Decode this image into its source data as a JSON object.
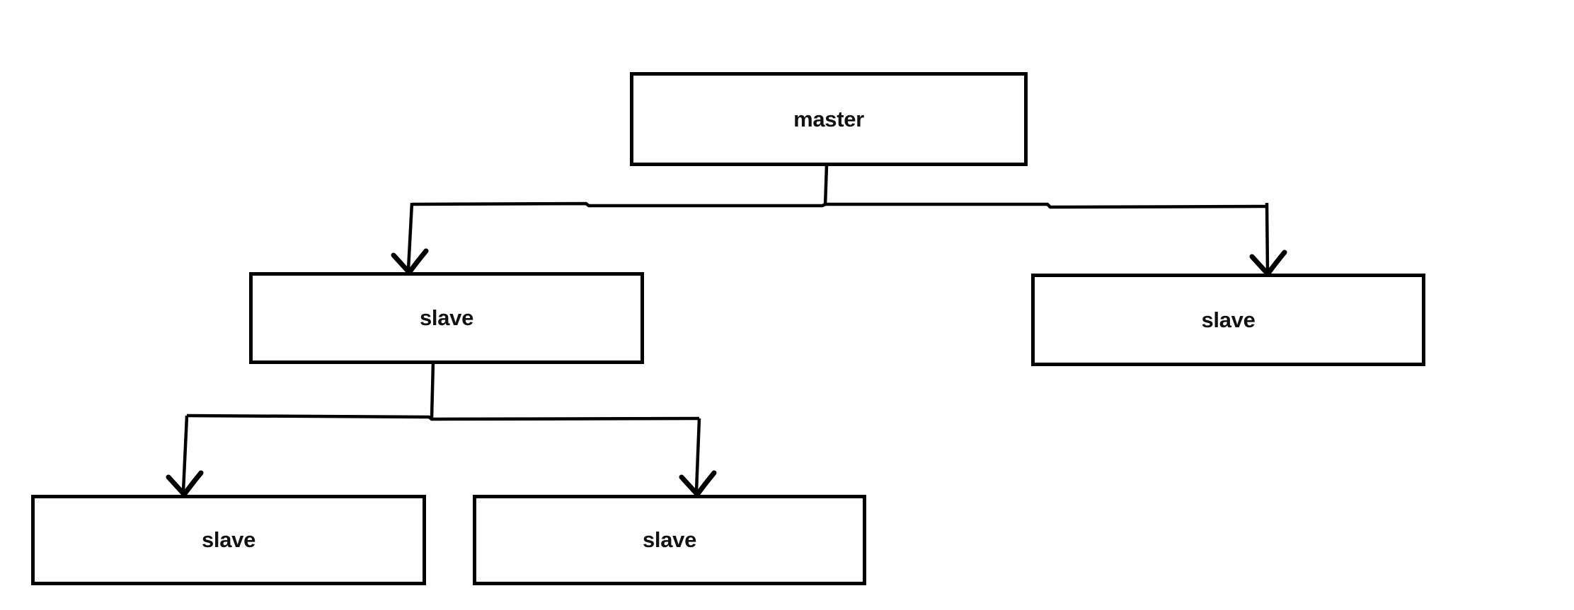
{
  "canvas": {
    "background_color": "#ffffff",
    "stroke_color": "#000000",
    "text_color": "#111111"
  },
  "nodes": {
    "master": {
      "label": "master",
      "level": 1
    },
    "slave_left": {
      "label": "slave",
      "level": 2
    },
    "slave_right": {
      "label": "slave",
      "level": 2
    },
    "slave_bottom_left": {
      "label": "slave",
      "level": 3
    },
    "slave_bottom_mid": {
      "label": "slave",
      "level": 3
    }
  },
  "edges": [
    {
      "from": "master",
      "to": "slave_left",
      "arrow": "down"
    },
    {
      "from": "master",
      "to": "slave_right",
      "arrow": "down"
    },
    {
      "from": "slave_left",
      "to": "slave_bottom_left",
      "arrow": "down"
    },
    {
      "from": "slave_left",
      "to": "slave_bottom_mid",
      "arrow": "down"
    }
  ]
}
